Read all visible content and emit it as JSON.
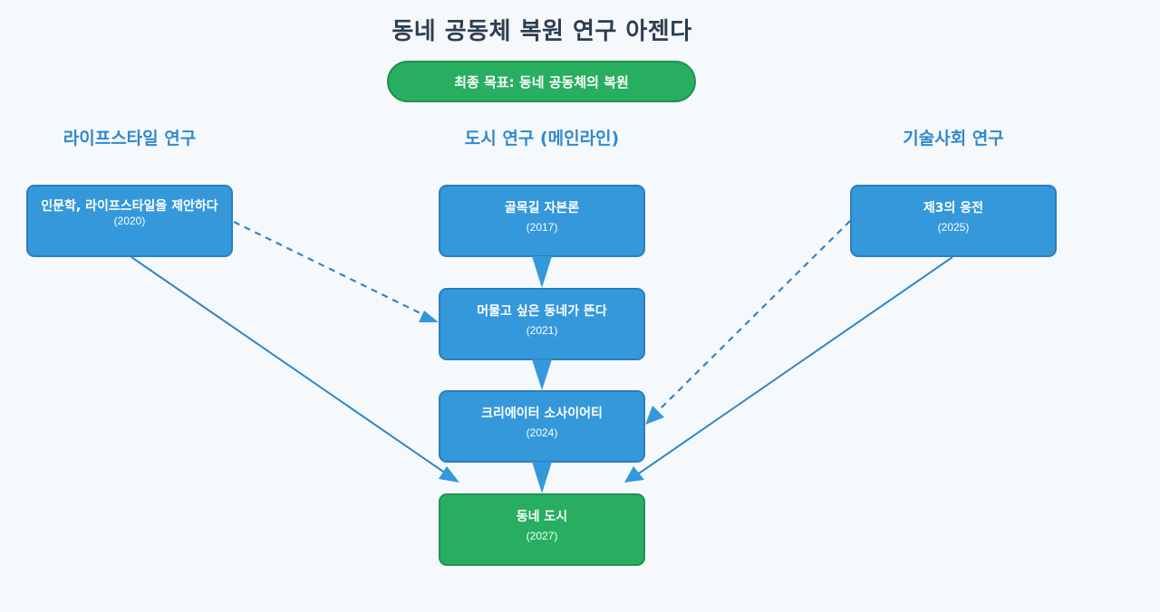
{
  "title": "동네 공동체 복원 연구 아젠다",
  "goal": {
    "label": "최종 목표: 동네 공동체의 복원"
  },
  "sections": [
    {
      "id": "lifestyle",
      "label": "라이프스타일 연구"
    },
    {
      "id": "urban",
      "label": "도시 연구 (메인라인)"
    },
    {
      "id": "techsociety",
      "label": "기술사회 연구"
    }
  ],
  "nodes": {
    "lifestyle_humanities": {
      "label": "인문학, 라이프스타일을 제안하다",
      "year": "(2020)"
    },
    "alley_capital": {
      "label": "골목길 자본론",
      "year": "(2017)"
    },
    "neighborhood_rising": {
      "label": "머물고 싶은 동네가 뜬다",
      "year": "(2021)"
    },
    "creator_society": {
      "label": "크리에이터 소사이어티",
      "year": "(2024)"
    },
    "neighborhood_city": {
      "label": "동네 도시",
      "year": "(2027)"
    },
    "third_response": {
      "label": "제3의 응전",
      "year": "(2025)"
    }
  },
  "edges": [
    {
      "from": "alley_capital",
      "to": "neighborhood_rising",
      "style": "solid"
    },
    {
      "from": "neighborhood_rising",
      "to": "creator_society",
      "style": "solid"
    },
    {
      "from": "creator_society",
      "to": "neighborhood_city",
      "style": "solid"
    },
    {
      "from": "lifestyle_humanities",
      "to": "neighborhood_rising",
      "style": "dashed"
    },
    {
      "from": "lifestyle_humanities",
      "to": "neighborhood_city",
      "style": "solid"
    },
    {
      "from": "third_response",
      "to": "creator_society",
      "style": "dashed"
    },
    {
      "from": "third_response",
      "to": "neighborhood_city",
      "style": "solid"
    }
  ],
  "colors": {
    "node_blue": "#3498db",
    "node_green": "#27ae60",
    "title": "#2c3e50",
    "section_header": "#3089cf",
    "background": "#f6f9fc"
  }
}
